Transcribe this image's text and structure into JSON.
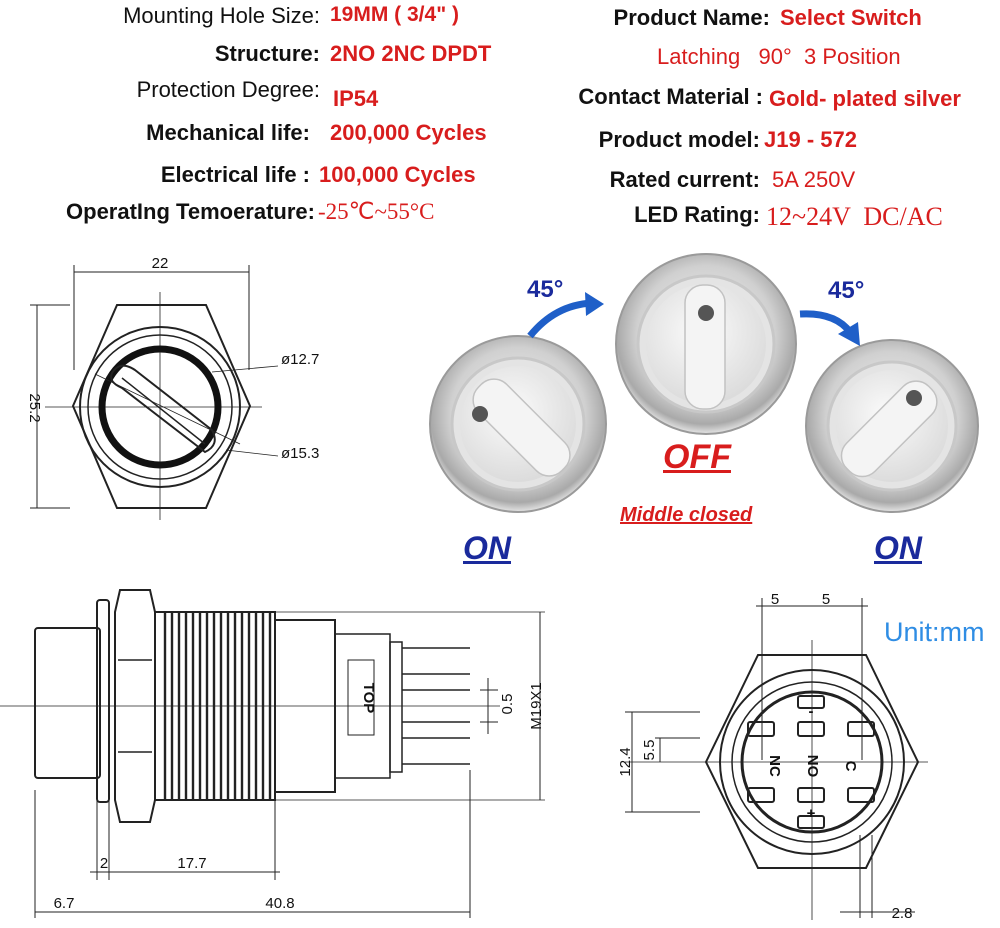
{
  "specs_left": [
    {
      "label": "Mounting Hole Size:",
      "value": "19MM ( 3/4\" )"
    },
    {
      "label": "Structure:",
      "value": "2NO  2NC DPDT"
    },
    {
      "label": "Protection Degree:",
      "value": "IP54"
    },
    {
      "label": "Mechanical life:",
      "value": "200,000 Cycles"
    },
    {
      "label": "Electrical  life :",
      "value": "100,000 Cycles"
    },
    {
      "label": "OperatIng Temoerature:",
      "value": "-25℃~55°C"
    }
  ],
  "specs_right": [
    {
      "label": "Product Name:",
      "value": "Select Switch"
    },
    {
      "label": "",
      "value": "Latching   90°  3 Position"
    },
    {
      "label": "Contact Material :",
      "value": "Gold- plated silver"
    },
    {
      "label": "Product model:",
      "value": "J19 - 572"
    },
    {
      "label": "Rated  current:",
      "value": "5A  250V"
    },
    {
      "label": "LED Rating:",
      "value": "12~24V  DC/AC"
    }
  ],
  "positions": {
    "left_angle": "45°",
    "right_angle": "45°",
    "on_left": "ON",
    "off": "OFF",
    "middle": "Middle closed",
    "on_right": "ON"
  },
  "dimensions": {
    "front_width": "22",
    "front_height": "25.2",
    "inner_dia": "ø12.7",
    "outer_dia": "ø15.3",
    "side_thread": "M19X1",
    "side_gap": "0.5",
    "side_flange": "2",
    "side_thread_len": "17.7",
    "side_head": "6.7",
    "side_total": "40.8",
    "back_pin_a": "5",
    "back_pin_b": "5",
    "back_h1": "12.4",
    "back_h2": "5.5",
    "back_pin_w": "2.8",
    "top_mark": "TOP",
    "pin_nc": "NC",
    "pin_no": "NO",
    "pin_c": "C",
    "pin_plus": "+",
    "pin_minus": "-"
  },
  "unit_label": "Unit:mm",
  "colors": {
    "label": "#111111",
    "value": "#d81d1d",
    "on": "#1a2a9c",
    "arrow": "#1f5fc8",
    "unit": "#2f8de4"
  }
}
